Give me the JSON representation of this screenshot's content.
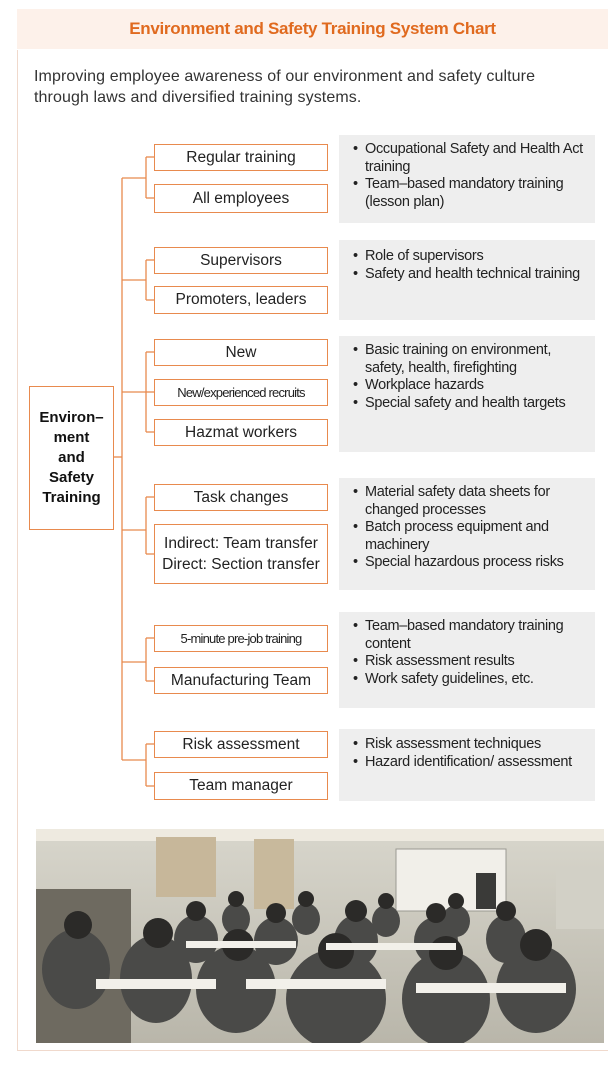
{
  "header": {
    "title": "Environment and Safety Training System Chart"
  },
  "intro": {
    "text": "Improving employee awareness of our environment and safety culture through laws and diversified training systems."
  },
  "root": {
    "lines": [
      "Environ–",
      "ment",
      "and",
      "Safety",
      "Training"
    ]
  },
  "groups": [
    {
      "nodes": [
        "Regular training",
        "All employees"
      ],
      "items": [
        "Occupational Safety and Health Act training",
        "Team–based mandatory training (lesson plan)"
      ]
    },
    {
      "nodes": [
        "Supervisors",
        "Promoters, leaders"
      ],
      "items": [
        "Role of supervisors",
        "Safety and health technical training"
      ]
    },
    {
      "nodes": [
        "New",
        "New/experienced recruits",
        "Hazmat workers"
      ],
      "items": [
        "Basic training on environment, safety, health, firefighting",
        "Workplace hazards",
        "Special safety and health targets"
      ]
    },
    {
      "nodes": [
        "Task changes",
        "Indirect: Team transfer",
        "Direct: Section transfer"
      ],
      "items": [
        "Material safety data sheets for changed processes",
        "Batch process equipment and machinery",
        "Special hazardous process risks"
      ]
    },
    {
      "nodes": [
        "5-minute pre-job training",
        "Manufacturing Team"
      ],
      "items": [
        "Team–based mandatory training content",
        "Risk assessment results",
        "Work safety guidelines, etc."
      ]
    },
    {
      "nodes": [
        "Risk assessment",
        "Team manager"
      ],
      "items": [
        "Risk assessment techniques",
        "Hazard identification/ assessment"
      ]
    }
  ],
  "colors": {
    "accent": "#e06a1f",
    "box_border": "#e88a4e",
    "header_bg": "#fdf1ea",
    "desc_bg": "#eeeeee"
  },
  "photo": {
    "icon": "training-seminar-photo"
  }
}
